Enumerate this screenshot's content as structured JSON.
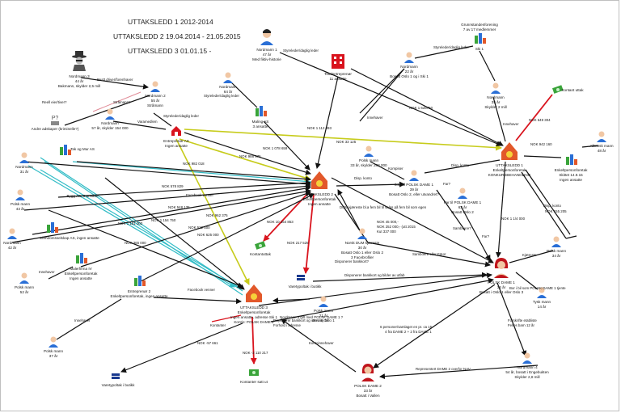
{
  "header": {
    "lines": [
      "UTTAKSLEDD 1    2012-2014",
      "UTTAKSLEDD 2    19.04.2014 - 21.05.2015",
      "UTTAKSLEDD 3    01.01.15 -"
    ]
  },
  "colors": {
    "black": "#111111",
    "red": "#d9141e",
    "pink": "#e08a96",
    "olive": "#c7cc1c",
    "cyan": "#32bcc6",
    "green": "#3aa43a",
    "company_orange": "#e2582a",
    "skin": "#f1c7a4",
    "person_blue": "#2a6fd6"
  },
  "nodes": [
    {
      "id": "nord3",
      "type": "spy",
      "lines": [
        "Nordmann 3",
        "44 år",
        "Bakmann, skylder 2,5 mill"
      ]
    },
    {
      "id": "nord1",
      "type": "person",
      "lines": [
        "Nordmann 1",
        "47 år",
        "Med fiktiv-historie"
      ]
    },
    {
      "id": "totalent",
      "type": "building",
      "lines": [
        "Totalentreprenør",
        "11 ansatte"
      ]
    },
    {
      "id": "nord2",
      "type": "person",
      "lines": [
        "Nordmann 2",
        "55 år",
        "Stråmann"
      ]
    },
    {
      "id": "andre",
      "type": "unknown",
      "lines": [
        "Andre adskaper (kriminelle?)"
      ]
    },
    {
      "id": "nord57",
      "type": "person",
      "lines": [
        "Nordmann",
        "57 år, skylder 154 000"
      ]
    },
    {
      "id": "nord64",
      "type": "person",
      "lines": [
        "Nordmann",
        "64 år"
      ]
    },
    {
      "id": "maling",
      "type": "org",
      "lines": [
        "Maling AS",
        "3 ansatte"
      ]
    },
    {
      "id": "ent1",
      "type": "company_small",
      "lines": [
        "Entreprenør AS",
        "Ingen ansatte"
      ]
    },
    {
      "id": "grunn",
      "type": "org",
      "lines": [
        "Grunnstandenforening",
        "7 av 17 medlemmer",
        "Ski 1"
      ]
    },
    {
      "id": "nord22",
      "type": "person",
      "lines": [
        "Nordmann",
        "22 år",
        "Bosatt Oslo 1 og i Ski 1"
      ]
    },
    {
      "id": "nord35",
      "type": "person",
      "lines": [
        "Nordmann",
        "35 år",
        "Skylder 2 mill"
      ]
    },
    {
      "id": "kontant1",
      "type": "money",
      "lines": [
        "Kontant uttak"
      ]
    },
    {
      "id": "alb",
      "type": "person",
      "lines": [
        "Albansk mann",
        "48 år"
      ]
    },
    {
      "id": "enk1",
      "type": "org",
      "lines": [
        "Enkeltpersonforetak",
        "Skittet 14.9.15",
        "Ingen ansatte"
      ]
    },
    {
      "id": "utt1",
      "type": "company",
      "lines": [
        "UTTAKSLEDD 1",
        "Enkeltpersonforetak",
        "KONKURSBEHANDLING"
      ]
    },
    {
      "id": "nord31",
      "type": "person",
      "lines": [
        "Nordmann",
        "31 år"
      ]
    },
    {
      "id": "takbiz",
      "type": "org",
      "lines": [
        "Tak og Mur AS",
        "Bygg AS, 3 ansatte"
      ]
    },
    {
      "id": "polsk43",
      "type": "person",
      "lines": [
        "Polsk mann",
        "43 år"
      ]
    },
    {
      "id": "nord42",
      "type": "person",
      "lines": [
        "Nordmann",
        "42 år"
      ]
    },
    {
      "id": "eiend",
      "type": "org",
      "lines": [
        "Eiendomsselskap AS, ingen ansatte"
      ]
    },
    {
      "id": "utt2",
      "type": "company",
      "lines": [
        "UTTAKSLEDD 2",
        "Enkeltpersonforetak",
        "Ingen ansatte"
      ]
    },
    {
      "id": "polsk33",
      "type": "person",
      "lines": [
        "Polsk mann",
        "33 år, skylder 288 000"
      ]
    },
    {
      "id": "ikke",
      "type": "person",
      "lines": [
        "Ikke til POLSK DAME 1",
        "39 år",
        "Bosatt Oslo 2, eller utvandret?"
      ]
    },
    {
      "id": "farpd1",
      "type": "person",
      "lines": [
        "Far til POLSK DAME 1",
        "63 år",
        "Bosatt Oslo 2"
      ]
    },
    {
      "id": "polsk34",
      "type": "person",
      "lines": [
        "Polsk mann",
        "34 år"
      ]
    },
    {
      "id": "kontant2",
      "type": "money",
      "lines": [
        "Kontantuttak"
      ]
    },
    {
      "id": "norsk",
      "type": "person",
      "lines": [
        "Norsk DUM kjæreste",
        "30 år",
        "Bosatt Oslo 1 eller Oslo 2",
        "3 Facebrofiler"
      ]
    },
    {
      "id": "flag1",
      "type": "flag",
      "lines": [
        "Varetypoltak i butikk"
      ]
    },
    {
      "id": "polsk52",
      "type": "person",
      "lines": [
        "Polsk mann",
        "52 år"
      ]
    },
    {
      "id": "malerf",
      "type": "org",
      "lines": [
        "Malerfirma IV",
        "Enkeltpersonforetak",
        "Ingen ansatte"
      ]
    },
    {
      "id": "entrep2",
      "type": "org",
      "lines": [
        "Entreprenør 2",
        "Enkeltpersonforetak, ingen ansatte"
      ]
    },
    {
      "id": "utt3",
      "type": "company",
      "lines": [
        "UTTAKSLEDD 3",
        "Enkeltpersonforetak",
        "Ingen ansatte, adresse Ski 1",
        "Kontio: POLSK DAME 2"
      ]
    },
    {
      "id": "polsk21",
      "type": "person",
      "lines": [
        "Polsk mann",
        "21 år",
        "Bosatt Oslo 1"
      ]
    },
    {
      "id": "dame1",
      "type": "woman",
      "lines": [
        "POLSK DAME 1",
        "36 år",
        "Bosatt i Oslo 1 eller Oslo 3"
      ]
    },
    {
      "id": "tysk",
      "type": "person",
      "lines": [
        "Tysk mann",
        "14 år"
      ]
    },
    {
      "id": "nord4",
      "type": "person",
      "lines": [
        "Nordmann 4",
        "54 år, bosatt i Engebukten",
        "Skylder 2,8 mill"
      ]
    },
    {
      "id": "dame2",
      "type": "woman",
      "lines": [
        "POLSK DAME 2",
        "33 år",
        "Bosatt i Vallen"
      ]
    },
    {
      "id": "polsk37",
      "type": "person",
      "lines": [
        "Polsk mann",
        "37 år"
      ]
    },
    {
      "id": "flag2",
      "type": "flag",
      "lines": [
        "Varetypoltak i butikk"
      ]
    },
    {
      "id": "kontant3",
      "type": "cash_red",
      "lines": [
        "Kontanter satt ut"
      ]
    }
  ],
  "edge_labels": [
    "Styreleder/daglig leder",
    "Bestt driver/forenhaver",
    "Reell eier/tiver?",
    "Stråmann?",
    "Varamedlem",
    "Styreleder/daglig leder",
    "Styreleder/daglig leder",
    "Styreleder/daglig leder",
    "Innehaver",
    "Innehaver",
    "NOK 1 628750",
    "NOK 1 112 093",
    "NOK 1 078 659",
    "NOK 33 125",
    "NOK 988 675",
    "NOK 982 018",
    "NOK 649 304",
    "NOK 942 160",
    "NOK 578 829",
    "Facebook venner",
    "NOK 548 135",
    "NOK 962 375",
    "NOK 1 181 000",
    "NOK 1 154 750",
    "NOK 522 500",
    "NOK 625 000",
    "NOK 365 000",
    "NOK 10 154 853",
    "NOK 217 525",
    "Disp. konto",
    "Kompiser",
    "Disp. konto",
    "Far?",
    "Samboere?",
    "Far?",
    "NOK 1 1/4 000",
    "Disp. konto",
    "NOK 155 205",
    "Kjæreste",
    "DUM kjæreste bl.a fem bil til salgs på fem bil som egen",
    "NOK 45 000,-",
    "NOK 252 000,- (utt 2015",
    "Kut 337 000",
    "Disponerer bankkort?",
    "Samboere eller Fæor",
    "Disponerer bankkort og bilder av utfab",
    "Facebook venner",
    "Innehaver",
    "Innehaver",
    "Bor i bil som POLSK DAME 1 tjente",
    "Disponerer bankkort og vær i ny bil",
    "Forhold i adresse",
    "NOK -57 661",
    "NOK -2 110 217",
    "6 personer/samlaget en pr. ca 15",
    "4 fra DAME 2 + 2 fra DAME 1",
    "Kontoinnehaver",
    "Forskrifte etabliste",
    "Felles barn 12 år",
    "Representert DAME 2 overfor NAV",
    "Nordmann 3 gift med POLSK DAME 1 ?",
    "Kontanter"
  ]
}
